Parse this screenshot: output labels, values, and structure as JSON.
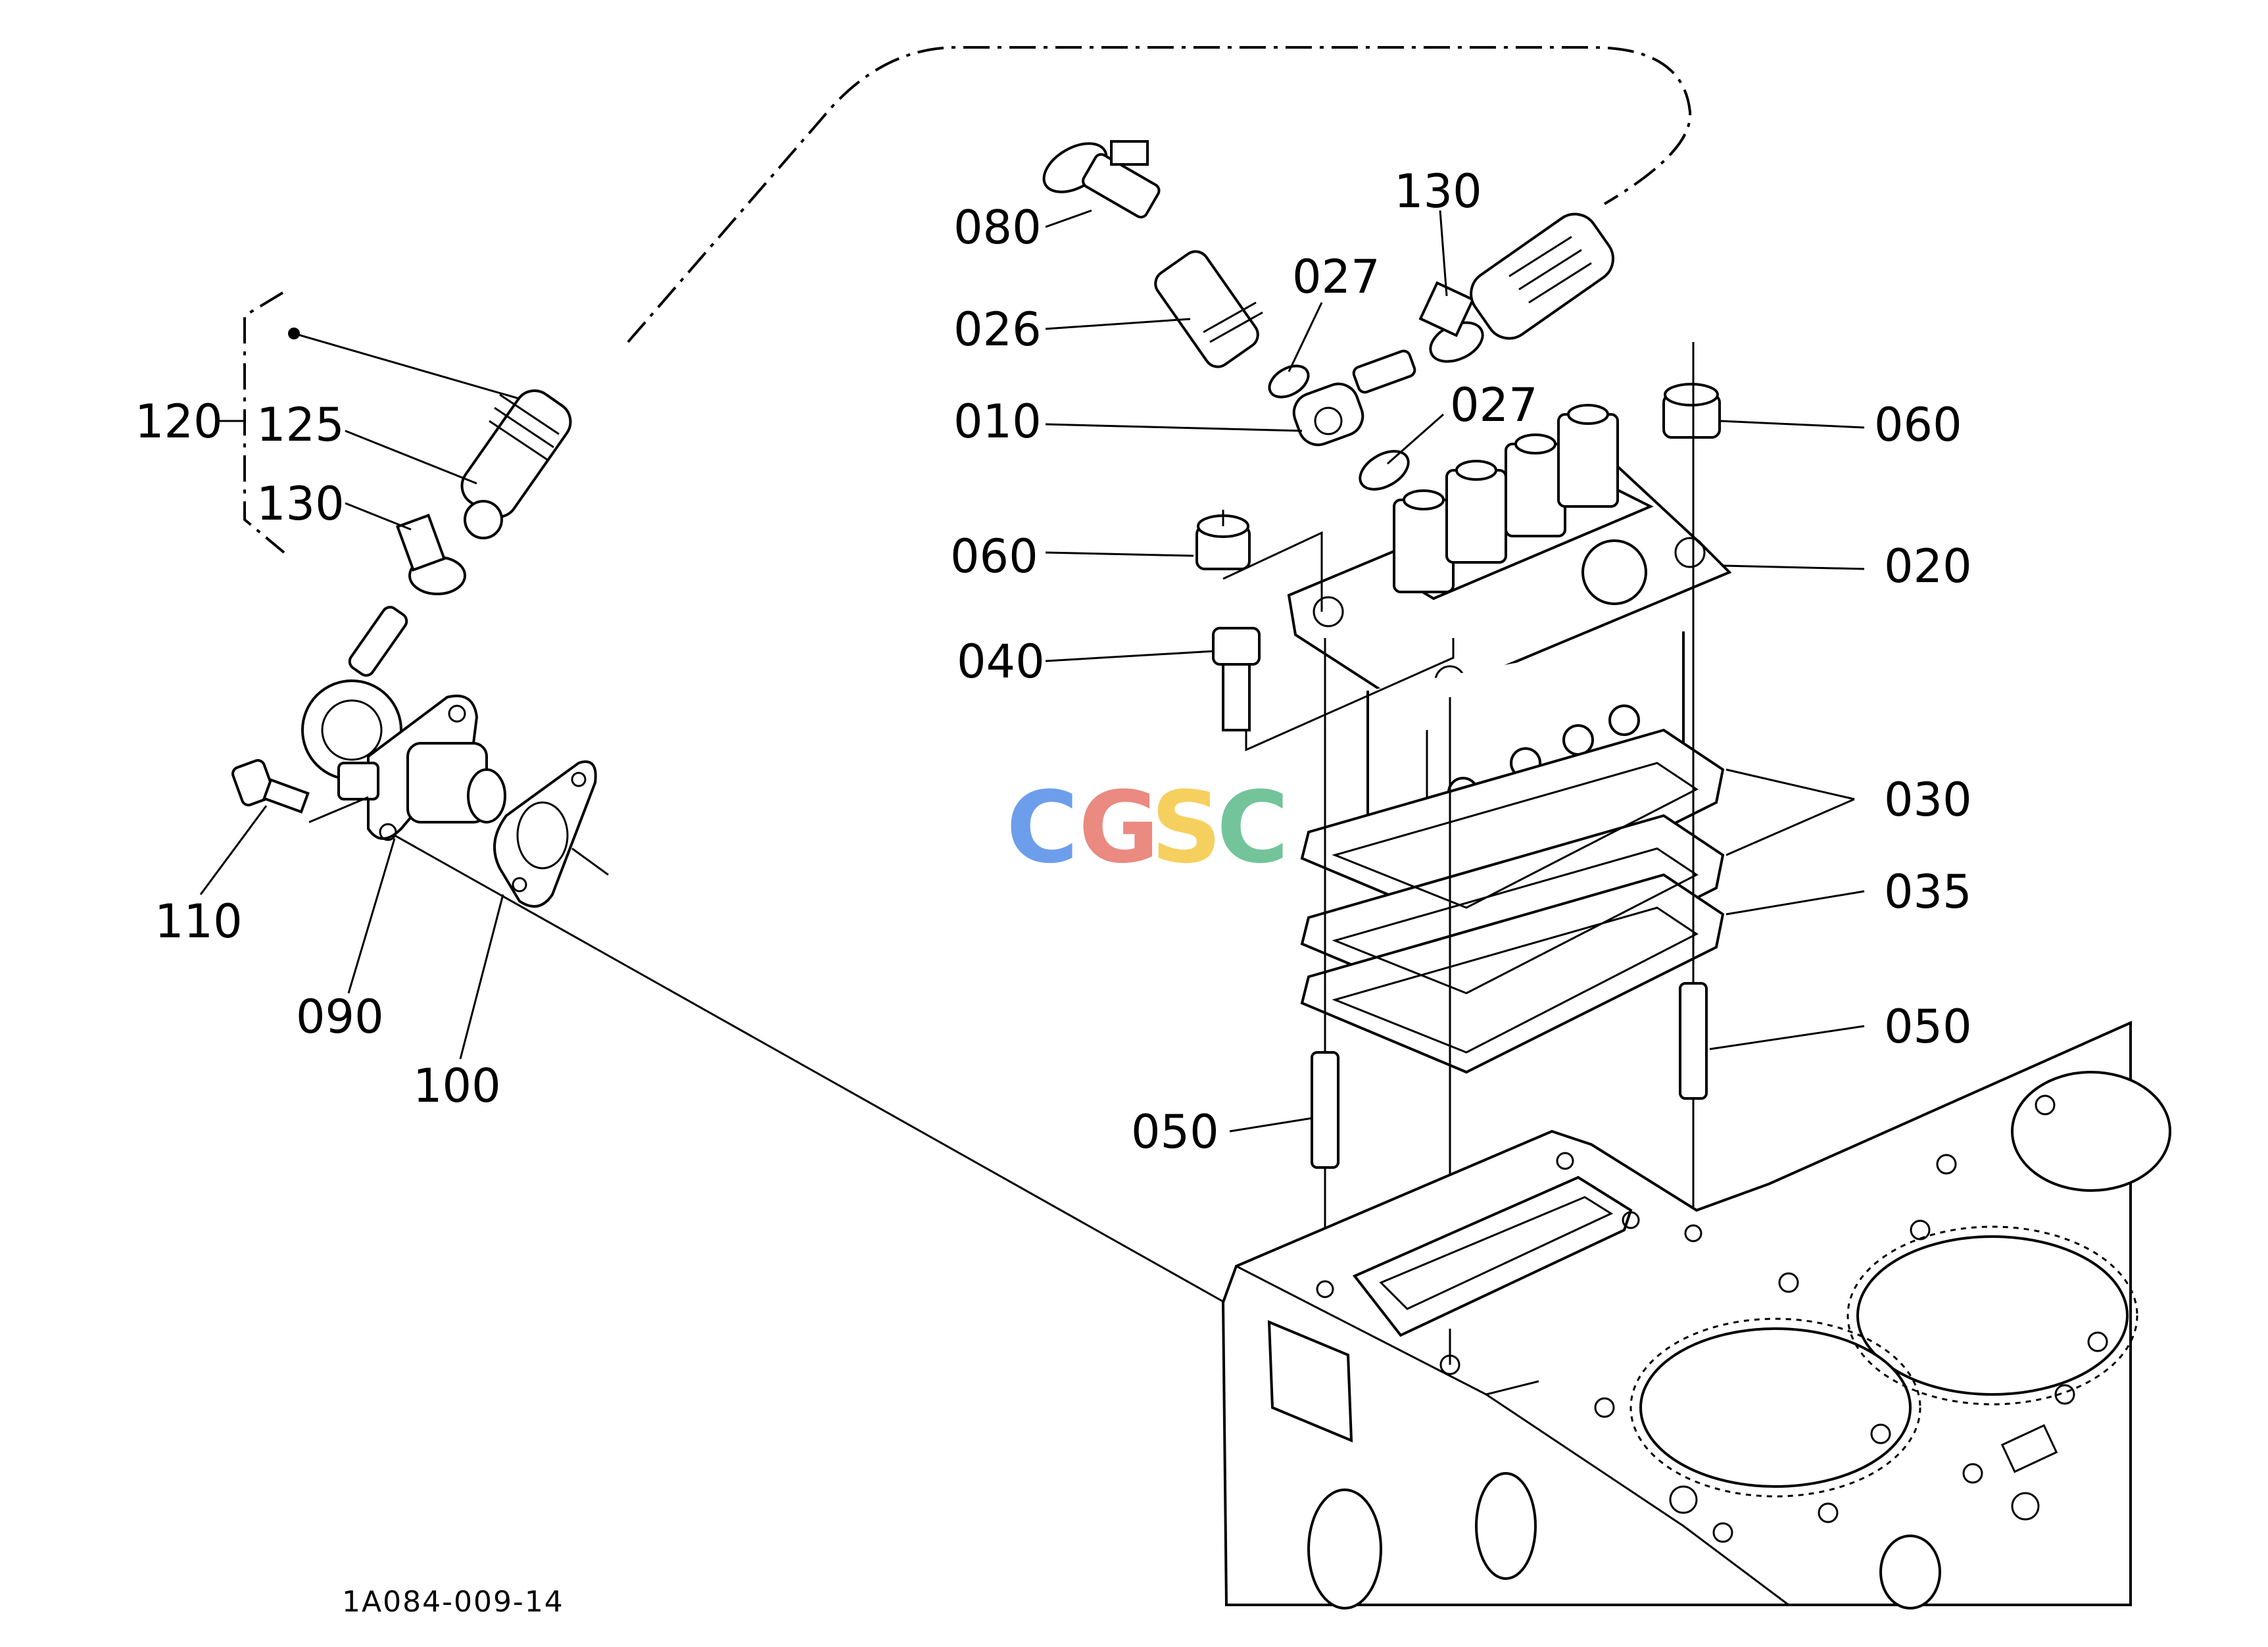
{
  "diagram": {
    "labels": {
      "l120": "120",
      "l125": "125",
      "l130a": "130",
      "l110": "110",
      "l090": "090",
      "l100": "100",
      "l080": "080",
      "l026": "026",
      "l027a": "027",
      "l010": "010",
      "l027b": "027",
      "l130b": "130",
      "l060a": "060",
      "l060b": "060",
      "l020": "020",
      "l040": "040",
      "l030": "030",
      "l035": "035",
      "l050a": "050",
      "l050b": "050"
    },
    "figure_code": "1A084-009-14",
    "watermark": {
      "letters": [
        "C",
        "G",
        "S",
        "C"
      ],
      "colors": [
        "#6d9eeb",
        "#ea8a80",
        "#f6d05e",
        "#73c49a"
      ]
    }
  }
}
